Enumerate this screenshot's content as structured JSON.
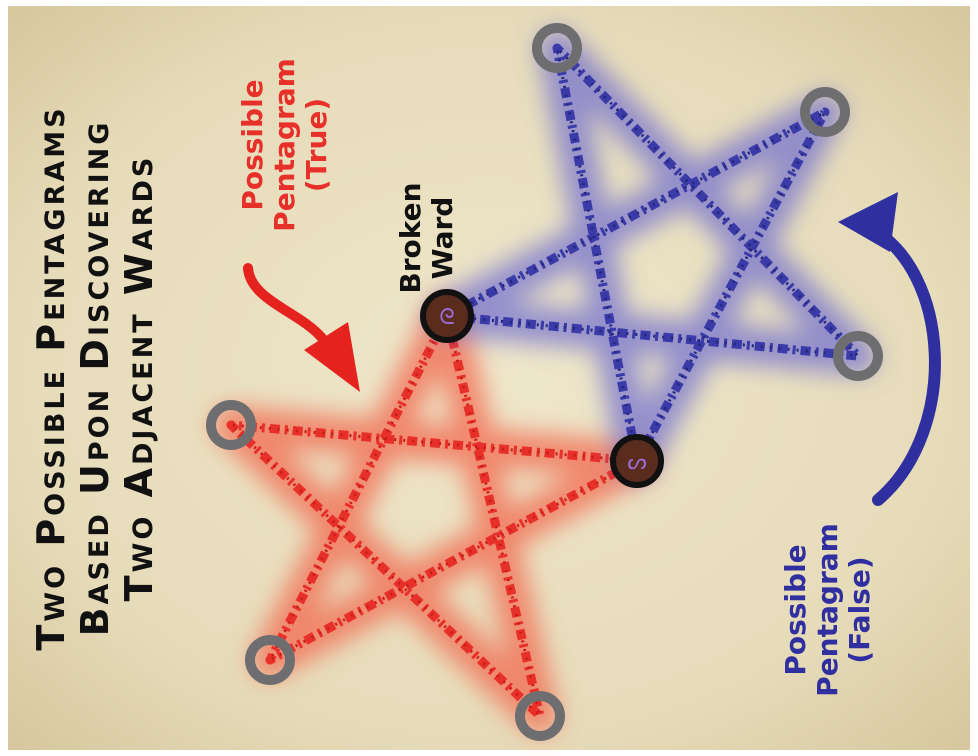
{
  "title": {
    "line1": "Two Possible Pentagrams",
    "line2": "Based Upon Discovering",
    "line3": "Two Adjacent Wards"
  },
  "labels": {
    "red_line1": "Possible",
    "red_line2": "Pentagram",
    "red_line3": "(True)",
    "blue_line1": "Possible",
    "blue_line2": "Pentagram",
    "blue_line3": "(False)",
    "broken_line1": "Broken",
    "broken_line2": "Ward"
  },
  "colors": {
    "paper": "#ece3c4",
    "paper_dark": "#ddd0a8",
    "red": "#e8302a",
    "red_glow": "#f26a4f",
    "blue": "#3a3aa8",
    "blue_glow": "#6e6ccf",
    "ward_ring": "#6e6e70",
    "broken_fill": "#5a2c1e",
    "broken_rune": "#9a6ad2",
    "title_text": "#111111",
    "arrow_red": "#e5231e",
    "arrow_blue": "#2f2fa0"
  }
}
